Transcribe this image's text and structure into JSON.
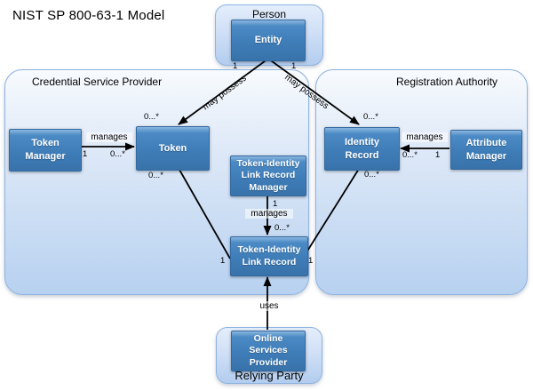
{
  "title": "NIST SP 800-63-1 Model",
  "containers": {
    "person": {
      "label": "Person"
    },
    "csp": {
      "label": "Credential Service Provider"
    },
    "ra": {
      "label": "Registration Authority"
    },
    "rp": {
      "label": "Relying Party"
    }
  },
  "nodes": {
    "entity": {
      "label": "Entity"
    },
    "token_manager": {
      "label": "Token\nManager"
    },
    "token": {
      "label": "Token"
    },
    "identity_record": {
      "label": "Identity\nRecord"
    },
    "attribute_manager": {
      "label": "Attribute\nManager"
    },
    "tilr_manager": {
      "label": "Token-Identity\nLink Record\nManager"
    },
    "tilr": {
      "label": "Token-Identity\nLink Record"
    },
    "osp": {
      "label": "Online\nServices\nProvider"
    }
  },
  "edges": {
    "entity_token": {
      "label": "may possess",
      "source_mult": "1",
      "target_mult": "0...*"
    },
    "entity_identity_record": {
      "label": "may possess",
      "source_mult": "1",
      "target_mult": "0...*"
    },
    "token_manager_token": {
      "label": "manages",
      "source_mult": "1",
      "target_mult": "0...*"
    },
    "attribute_manager_identity_record": {
      "label": "manages",
      "source_mult": "1",
      "target_mult": "0...*"
    },
    "tilr_manager_tilr": {
      "label": "manages",
      "source_mult": "1",
      "target_mult": "0...*"
    },
    "token_tilr": {
      "source_mult": "0...*",
      "target_mult": "1"
    },
    "identity_record_tilr": {
      "source_mult": "0...*",
      "target_mult": "1"
    },
    "osp_tilr": {
      "label": "uses"
    }
  },
  "colors": {
    "node_highlight": "#8ab6e0",
    "node_fill_top": "#4b8ac4",
    "node_fill_bottom": "#3872aa",
    "container_fill_top": "#f8fbfe",
    "container_fill_bottom": "#b7d1f0",
    "arrow": "#000000"
  }
}
